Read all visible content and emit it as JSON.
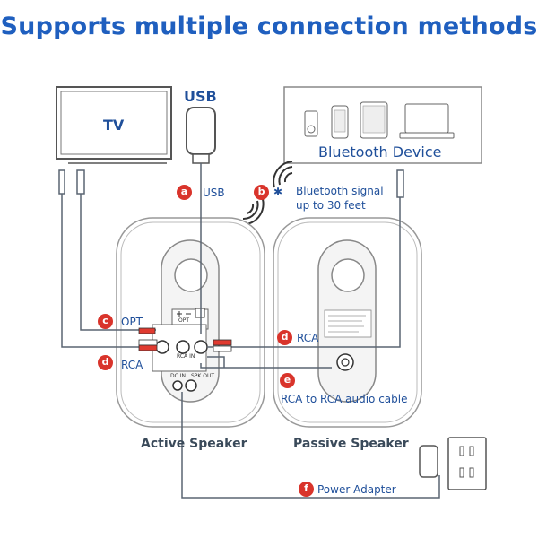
{
  "title": "Supports multiple connection methods",
  "tv_label": "TV",
  "usb_label": "USB",
  "bluetooth_device_label": "Bluetooth Device",
  "connections": [
    {
      "badge": "a",
      "text": "USB"
    },
    {
      "badge": "b",
      "text": "Bluetooth signal up to 30 feet"
    },
    {
      "badge": "c",
      "text": "OPT"
    },
    {
      "badge": "d",
      "text": "RCA"
    },
    {
      "badge": "d",
      "text": "RCA"
    },
    {
      "badge": "e",
      "text": "RCA to RCA audio cable"
    },
    {
      "badge": "f",
      "text": "Power Adapter"
    }
  ],
  "bluetooth_line1": "Bluetooth signal",
  "bluetooth_line2": "up to 30 feet",
  "active_speaker_label": "Active Speaker",
  "passive_speaker_label": "Passive Speaker",
  "panel_labels": {
    "opt": "OPT",
    "rca_in": "RCA IN",
    "dc_in": "DC IN",
    "spk_out": "SPK OUT"
  },
  "colors": {
    "title": "#1f5fbf",
    "label": "#1f4f9a",
    "badge": "#d9342b",
    "line": "#5a6572"
  }
}
